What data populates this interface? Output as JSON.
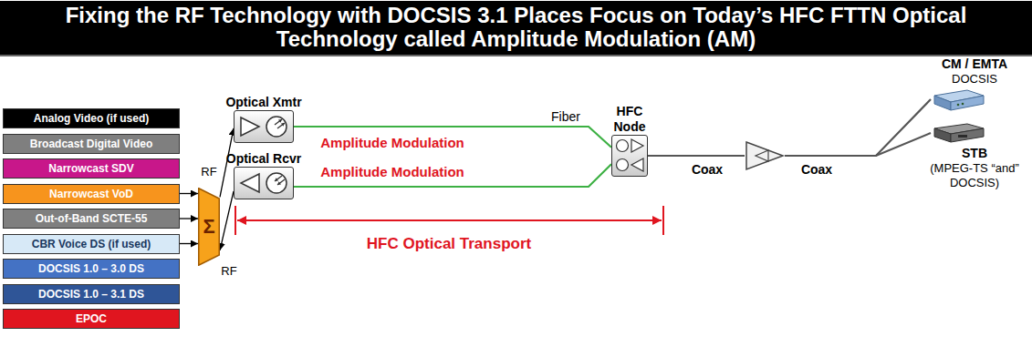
{
  "diagram": {
    "title": "Fixing the RF Technology with DOCSIS 3.1 Places Focus on Today’s HFC FTTN Optical Technology called Amplitude Modulation (AM)",
    "nodes": [
      {
        "text": [
          "Analog Video (if used)"
        ]
      },
      {
        "text": [
          "Broadcast Digital Video"
        ]
      },
      {
        "text": [
          "Narrowcast SDV"
        ]
      },
      {
        "text": [
          "Narrowcast VoD"
        ]
      },
      {
        "text": [
          "Out-of-Band SCTE-55"
        ]
      },
      {
        "text": [
          "CBR Voice DS (if used)"
        ]
      },
      {
        "text": [
          "DOCSIS 1.0 – 3.0 DS"
        ]
      },
      {
        "text": [
          "DOCSIS 1.0 – 3.1 DS"
        ]
      },
      {
        "text": [
          "EPOC"
        ]
      },
      {
        "text": [
          "Σ"
        ]
      },
      {
        "text": [
          "Optical Xmtr"
        ]
      },
      {
        "text": [
          "Optical Rcvr"
        ]
      },
      {
        "text": [
          "HFC Node"
        ]
      },
      {
        "text": [
          "CM / EMTA",
          "DOCSIS"
        ]
      },
      {
        "text": [
          "STB",
          "(MPEG-TS “and” DOCSIS)"
        ]
      }
    ],
    "edges": [
      {
        "from": 3,
        "to": 9,
        "arrow": "to"
      },
      {
        "from": 4,
        "to": 9,
        "arrow": "to"
      },
      {
        "from": 5,
        "to": 9,
        "arrow": "to"
      },
      {
        "from": 9,
        "to": 10,
        "label": "RF",
        "arrow": "to"
      },
      {
        "from": 11,
        "to": 9,
        "label": "RF",
        "arrow": "to"
      },
      {
        "from": 10,
        "to": 12,
        "label": "Amplitude Modulation",
        "arrow": "none"
      },
      {
        "from": 12,
        "to": 11,
        "label": "Amplitude Modulation",
        "arrow": "none"
      },
      {
        "from": 12,
        "to": 13,
        "arrow": "none"
      },
      {
        "from": 12,
        "to": 14,
        "arrow": "none"
      }
    ],
    "labels": [
      "Fiber",
      "Coax",
      "Coax",
      "HFC Optical Transport"
    ]
  }
}
